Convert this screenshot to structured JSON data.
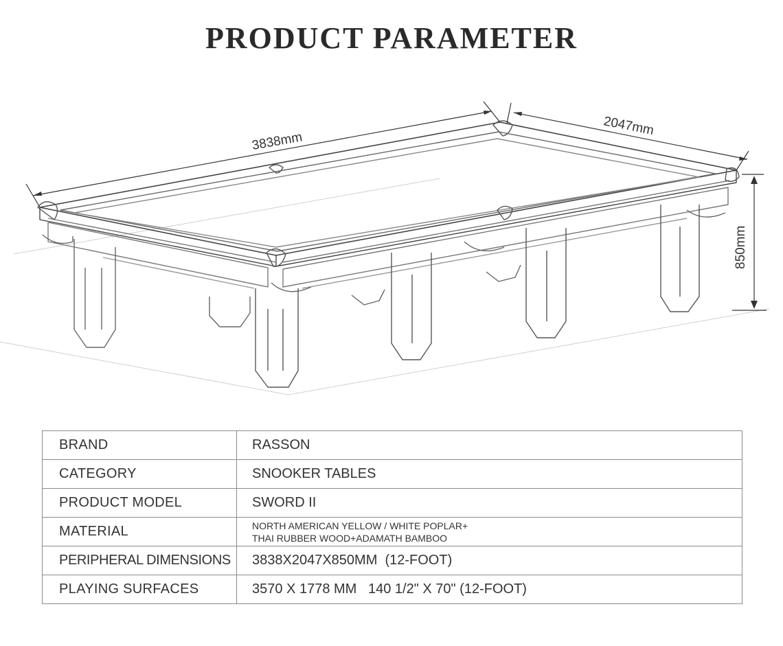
{
  "page": {
    "title": "PRODUCT PARAMETER"
  },
  "dimensions": {
    "length": "3838mm",
    "width": "2047mm",
    "height": "850mm"
  },
  "specs": [
    {
      "label": "BRAND",
      "value": "RASSON"
    },
    {
      "label": "CATEGORY",
      "value": "SNOOKER TABLES"
    },
    {
      "label": "PRODUCT MODEL",
      "value": "SWORD II"
    },
    {
      "label": "MATERIAL",
      "value_lines": [
        "NORTH AMERICAN YELLOW / WHITE POPLAR+",
        "THAI RUBBER WOOD+ADAMATH BAMBOO"
      ]
    },
    {
      "label": "PERIPHERAL DIMENSIONS",
      "value": "3838X2047X850MM  (12-FOOT)"
    },
    {
      "label": "PLAYING SURFACES",
      "value": "3570 X 1778 MM   140 1/2\" X 70\" (12-FOOT)"
    }
  ]
}
